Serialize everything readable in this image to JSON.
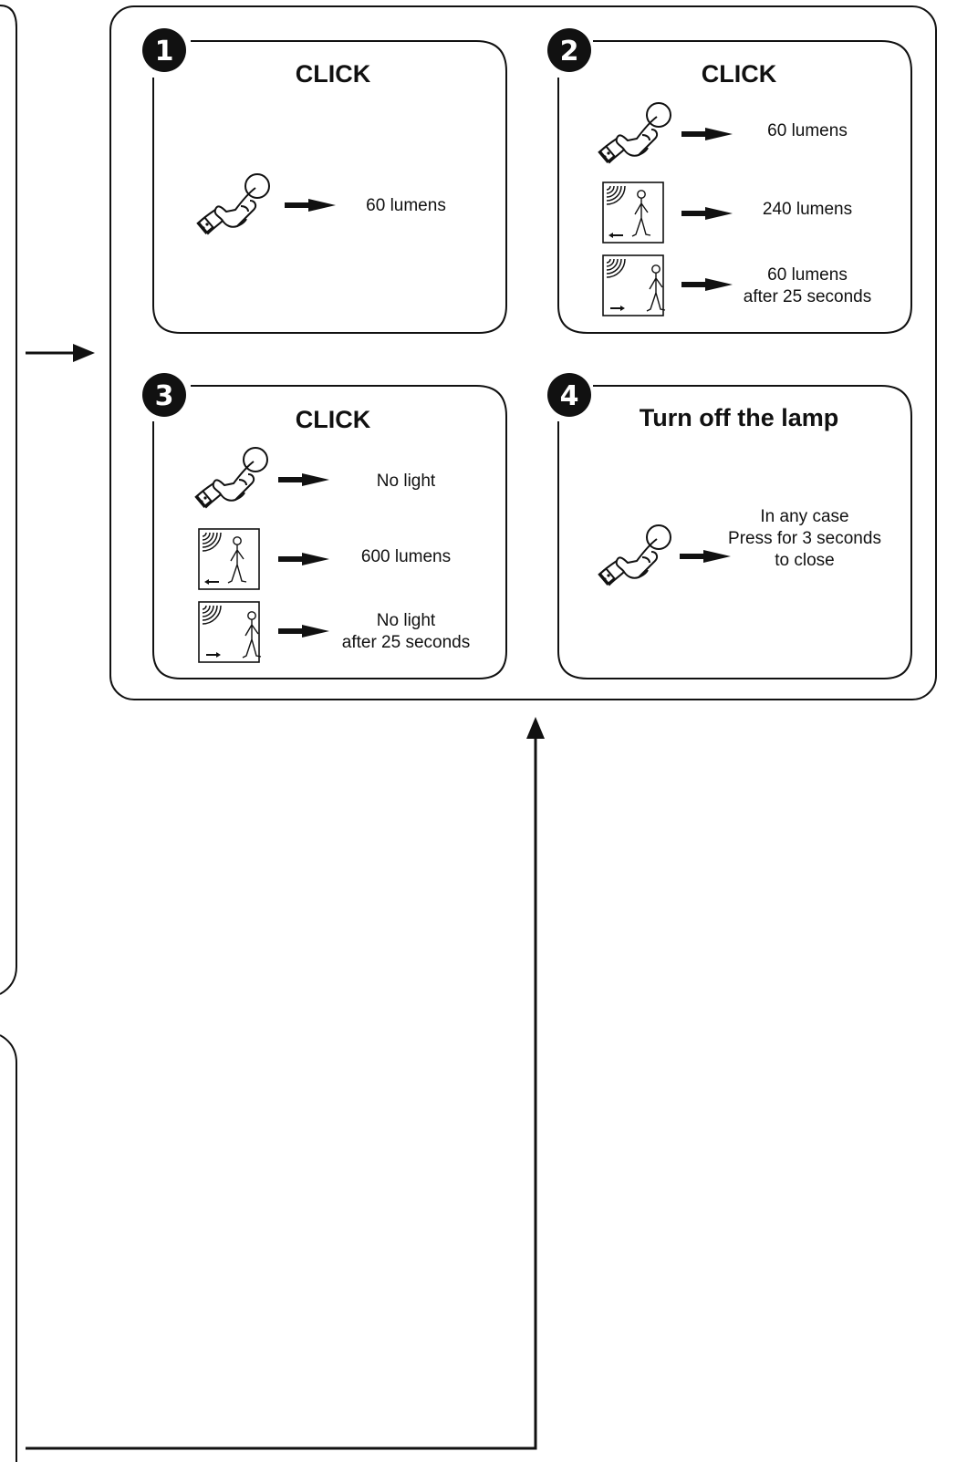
{
  "panels": [
    {
      "number": "1",
      "title": "CLICK",
      "rows": [
        {
          "icon": "hand-press-icon",
          "lines": [
            "60 lumens"
          ]
        }
      ]
    },
    {
      "number": "2",
      "title": "CLICK",
      "rows": [
        {
          "icon": "hand-press-icon",
          "lines": [
            "60 lumens"
          ]
        },
        {
          "icon": "motion-sensor-approach-icon",
          "lines": [
            "240 lumens"
          ]
        },
        {
          "icon": "motion-sensor-leave-icon",
          "lines": [
            "60 lumens",
            "after 25 seconds"
          ]
        }
      ]
    },
    {
      "number": "3",
      "title": "CLICK",
      "rows": [
        {
          "icon": "hand-press-icon",
          "lines": [
            "No light"
          ]
        },
        {
          "icon": "motion-sensor-approach-icon",
          "lines": [
            "600 lumens"
          ]
        },
        {
          "icon": "motion-sensor-leave-icon",
          "lines": [
            "No light",
            "after 25 seconds"
          ]
        }
      ]
    },
    {
      "number": "4",
      "title": "Turn off the lamp",
      "rows": [
        {
          "icon": "hand-press-icon",
          "lines": [
            "In any case",
            "Press for 3 seconds",
            "to close"
          ]
        }
      ]
    }
  ]
}
